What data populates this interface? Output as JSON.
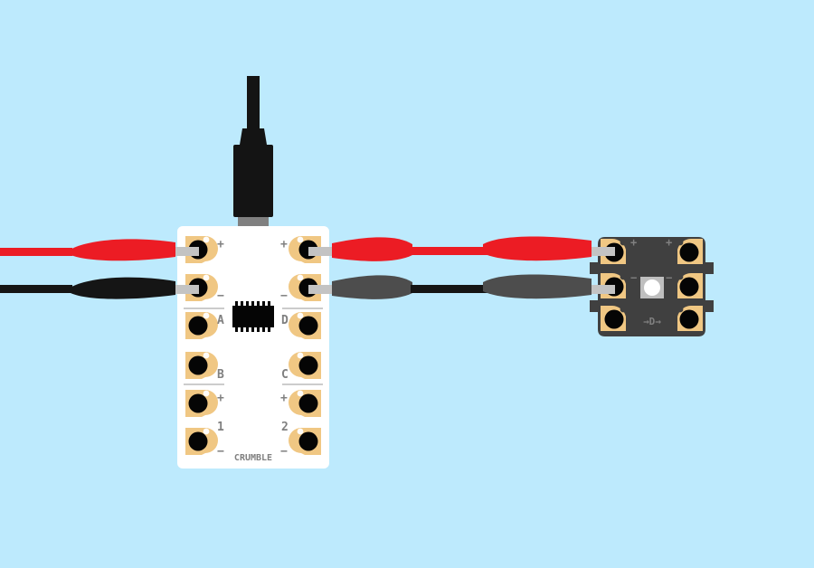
{
  "colors": {
    "background": "#bdeafd",
    "board": "#ffffff",
    "pad": "#f0c783",
    "hole": "#050505",
    "red_wire": "#ec1c24",
    "black_wire": "#151515",
    "grey_clip": "#4d4d4d",
    "sparkle_board": "#404040",
    "usb_cable": "#141414",
    "usb_plug": "#808080",
    "label": "#808080"
  },
  "crumble": {
    "name": "CRUMBLE",
    "left_labels": [
      "+",
      "−",
      "A",
      "B",
      "+",
      "1",
      "−"
    ],
    "right_labels": [
      "+",
      "−",
      "D",
      "C",
      "+",
      "2",
      "−"
    ]
  },
  "sparkle": {
    "labels": [
      "+",
      "+",
      "−",
      "−",
      "→D→"
    ]
  }
}
